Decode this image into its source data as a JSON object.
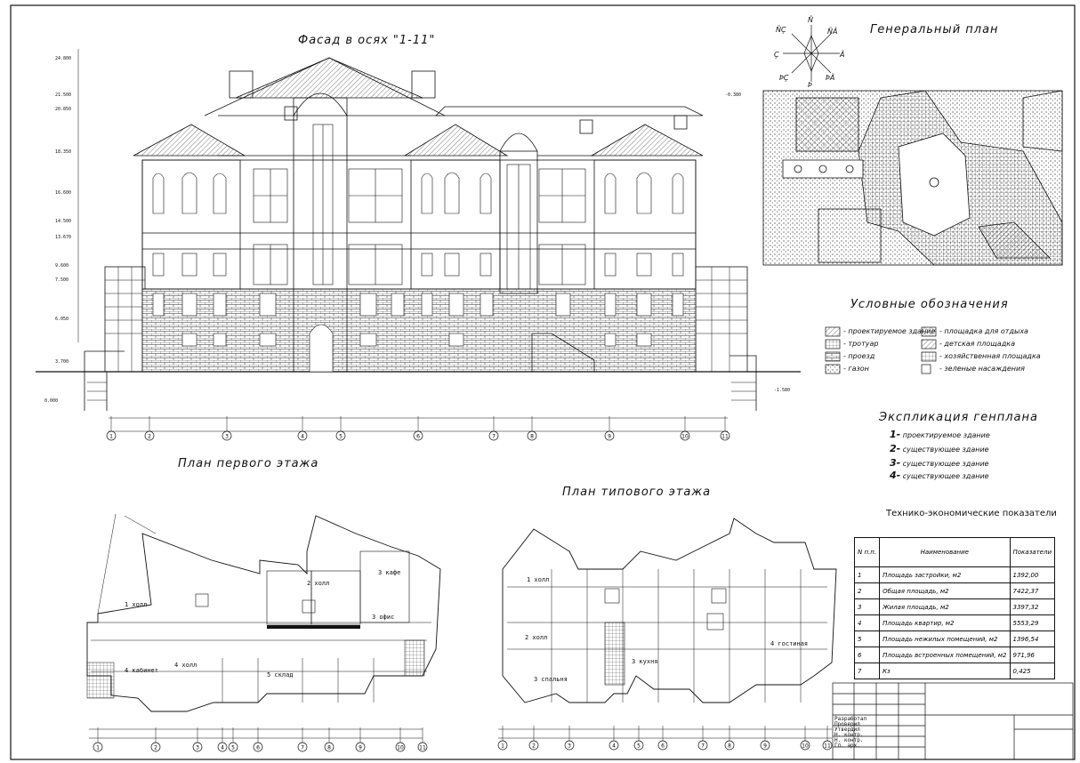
{
  "titles": {
    "facade": "Фасад в осях  \"1-11\"",
    "general_plan": "Генеральный план",
    "legend": "Условные обозначения",
    "explication": "Экспликация генплана",
    "first_floor": "План первого этажа",
    "typical_floor": "План типового этажа",
    "tep": "Технико-экономические показатели"
  },
  "levels": [
    "24.800",
    "21.500",
    "20.850",
    "18.350",
    "16.600",
    "14.500",
    "13.670",
    "9.600",
    "7.500",
    "6.050",
    "3.700",
    "0.000",
    "-0.380",
    "-1.580"
  ],
  "axis_labels": [
    "1",
    "2",
    "3",
    "4",
    "5",
    "6",
    "7",
    "8",
    "9",
    "10",
    "11"
  ],
  "compass": [
    "Ñ",
    "ÑÂ",
    "Â",
    "ÞÂ",
    "Þ",
    "ÞÇ",
    "Ç",
    "ÑÇ"
  ],
  "legend_items": [
    {
      "sym": "hatch",
      "text": "- проектируемое здание"
    },
    {
      "sym": "grid",
      "text": "- тротуар"
    },
    {
      "sym": "brick",
      "text": "- проезд"
    },
    {
      "sym": "dots",
      "text": "- газон"
    },
    {
      "sym": "cross",
      "text": "- площадка для отдыха"
    },
    {
      "sym": "mesh",
      "text": "- детская площадка"
    },
    {
      "sym": "box",
      "text": "- хозяйственная площадка"
    },
    {
      "sym": "tree",
      "text": "- зеленые насаждения"
    }
  ],
  "explication": [
    {
      "num": "1-",
      "text": "проектируемое здание"
    },
    {
      "num": "2-",
      "text": "существующее здание"
    },
    {
      "num": "3-",
      "text": "существующее здание"
    },
    {
      "num": "4-",
      "text": "существующее здание"
    }
  ],
  "tep": {
    "headers": [
      "N п.п.",
      "Наименование",
      "Показатели"
    ],
    "rows": [
      [
        "1",
        "Площадь застройки, м2",
        "1392,00"
      ],
      [
        "2",
        "Общая площадь, м2",
        "7422,37"
      ],
      [
        "3",
        "Жилая площадь, м2",
        "3397,32"
      ],
      [
        "4",
        "Площадь квартир, м2",
        "5553,29"
      ],
      [
        "5",
        "Площадь нежилых помещений, м2",
        "1396,54"
      ],
      [
        "6",
        "Площадь встроенных помещений, м2",
        "971,96"
      ],
      [
        "7",
        "Кз",
        "0,425"
      ]
    ]
  },
  "room_labels": [
    "1 холл",
    "2 холл",
    "3 кафе",
    "4 кабинет",
    "5 склад",
    "4 холл",
    "3 офис",
    "1 холл",
    "2 холл",
    "3 спальня",
    "3 кухня",
    "4 гостиная"
  ],
  "stamp_labels": [
    "Разработал",
    "Проверил",
    "Утвердил",
    "Н. контр.",
    "Н. контр.",
    "Гл. арх."
  ]
}
